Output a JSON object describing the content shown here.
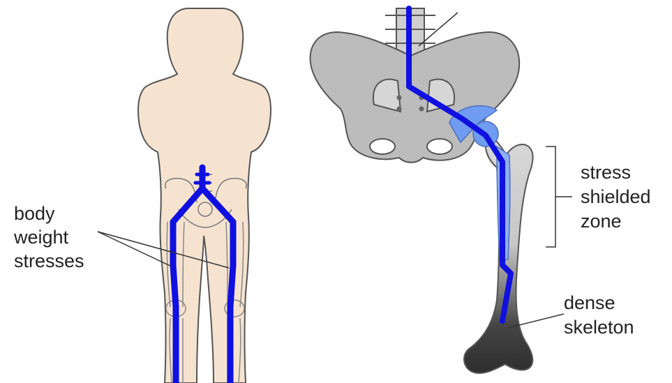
{
  "labels": {
    "body_weight": [
      "body",
      "weight",
      "stresses"
    ],
    "stress_shielded": [
      "stress",
      "shielded",
      "zone"
    ],
    "dense_skeleton": [
      "dense",
      "skeleton"
    ]
  },
  "colors": {
    "skin": "#f5e3d0",
    "outline": "#555555",
    "bone_gray": "#bcbcbc",
    "stress_line": "#1010e0",
    "implant_cup": "#6f9cf0",
    "dense_bone": "#3a3a3a"
  }
}
